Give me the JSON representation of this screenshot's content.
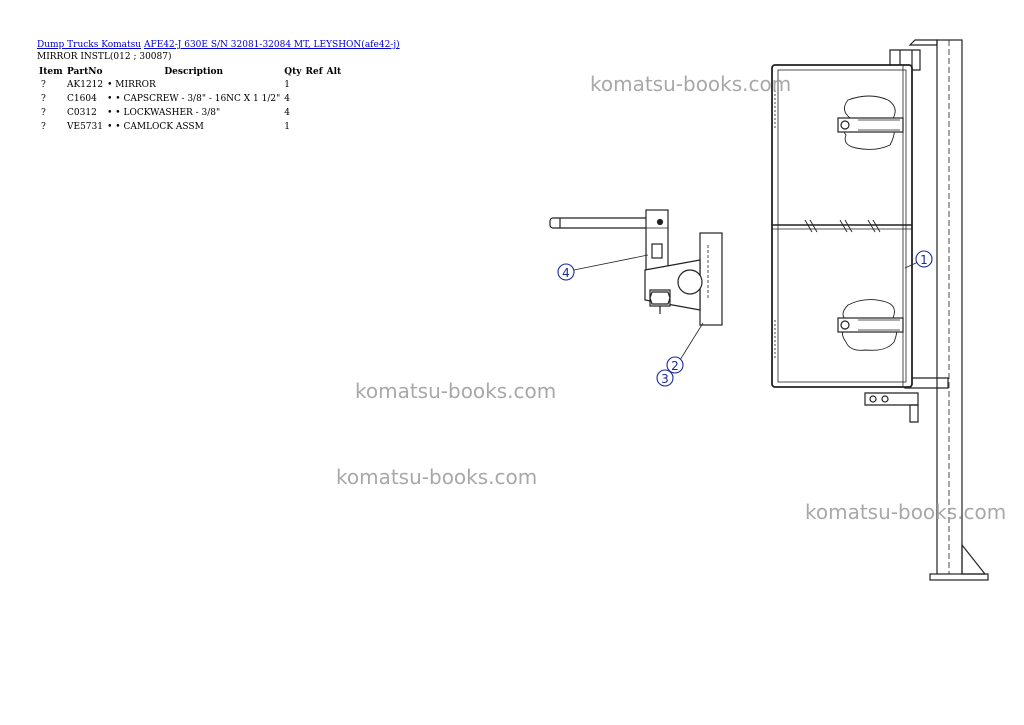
{
  "breadcrumb": {
    "link1": "Dump Trucks Komatsu",
    "link2": "AFE42-J 630E S/N 32081-32084 MT, LEYSHON(afe42-j)"
  },
  "section_title": "MIRROR INSTL(012 ; 30087)",
  "table": {
    "headers": {
      "item": "Item",
      "partno": "PartNo",
      "description": "Description",
      "qty": "Qty",
      "ref": "Ref",
      "alt": "Alt"
    },
    "rows": [
      {
        "item": "?",
        "partno": "AK1212",
        "description": "• MIRROR",
        "qty": "1"
      },
      {
        "item": "?",
        "partno": "C1604",
        "description": "• • CAPSCREW - 3/8\" - 16NC X 1 1/2\"",
        "qty": "4"
      },
      {
        "item": "?",
        "partno": "C0312",
        "description": "• • LOCKWASHER - 3/8\"",
        "qty": "4"
      },
      {
        "item": "?",
        "partno": "VE5731",
        "description": "• • CAMLOCK ASSM",
        "qty": "1"
      }
    ]
  },
  "watermark": "komatsu-books.com",
  "callouts": {
    "c1": "1",
    "c2": "2",
    "c3": "3",
    "c4": "4"
  },
  "colors": {
    "link": "#0000cc",
    "callout": "#1a2a9a",
    "watermark": "#9a9a9a"
  }
}
